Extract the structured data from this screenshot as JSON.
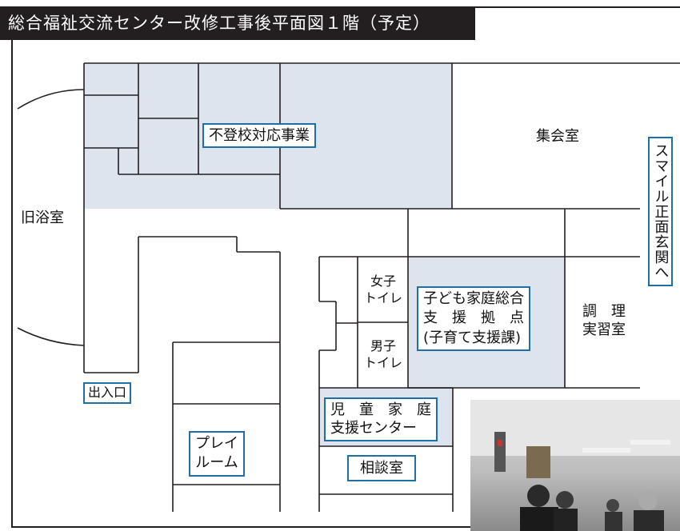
{
  "title": "総合福祉交流センター改修工事後平面図１階（予定）",
  "rooms": {
    "futoukou": "不登校対応事業",
    "shuukaishitsu": "集会室",
    "kyuuyokushitsu": "旧浴室",
    "smile_genkan": "スマイル正面玄関へ",
    "joshi_toilet_line1": "女子",
    "joshi_toilet_line2": "トイレ",
    "danshi_toilet_line1": "男子",
    "danshi_toilet_line2": "トイレ",
    "kodomo_line1": "子ども家庭総合",
    "kodomo_line2": "支　援　拠　点",
    "kodomo_line3": "(子育て支援課)",
    "chouri_line1": "調　理",
    "chouri_line2": "実習室",
    "jidou_line1": "児　童　家　庭",
    "jidou_line2": "支援センター",
    "play_line1": "プレイ",
    "play_line2": "ルーム",
    "soudanshitsu": "相談室",
    "deiriguchi": "出入口"
  },
  "colors": {
    "highlight_fill": "#dde4ee",
    "label_border": "#1d6fa5",
    "wall": "#231f20",
    "title_bg": "#231f20"
  }
}
